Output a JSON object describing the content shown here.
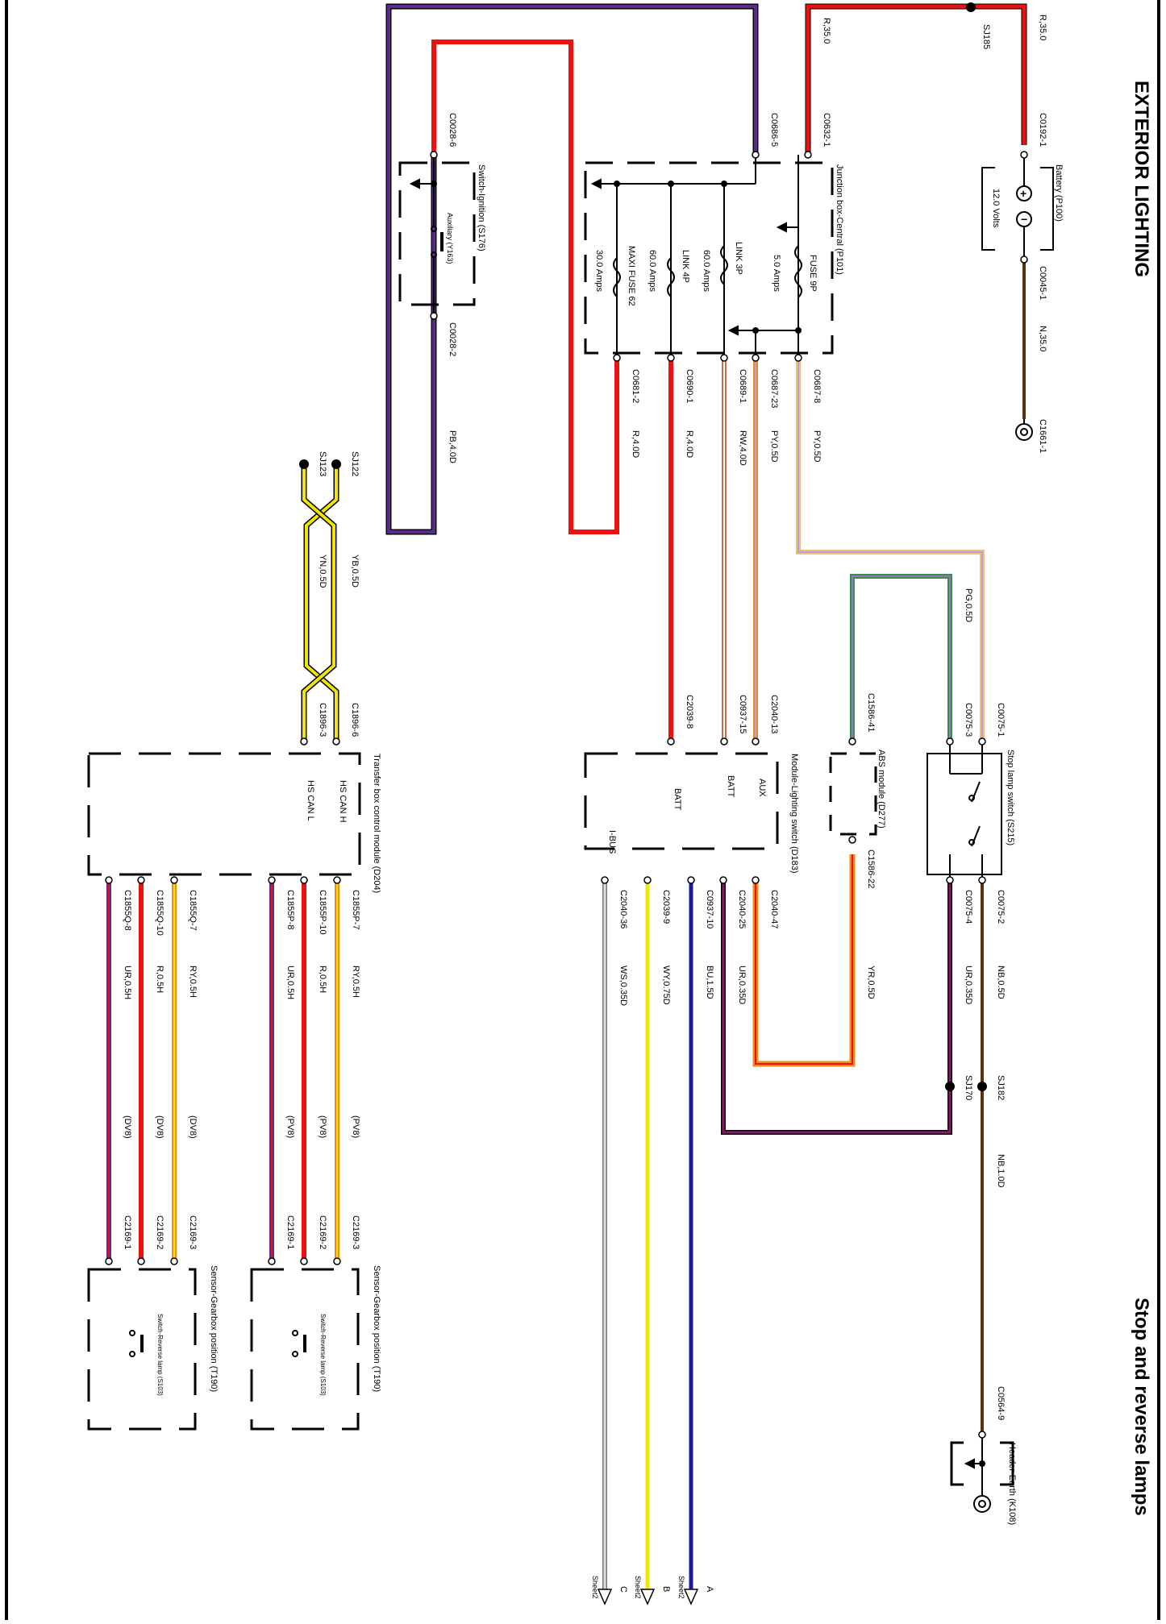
{
  "header": {
    "title": "EXTERIOR LIGHTING",
    "subtitle": "Stop and reverse lamps"
  },
  "components": {
    "battery": "Battery (P100)",
    "battery_volts": "12.0 Volts",
    "junction_box": "Junction box-Central (P101)",
    "fuse_9p": "FUSE 9P",
    "fuse_9p_rating": "5.0 Amps",
    "link_3p": "LINK 3P",
    "link_3p_rating": "60.0 Amps",
    "link_4p": "LINK 4P",
    "link_4p_rating": "60.0 Amps",
    "maxi_fuse_62": "MAXI FUSE 62",
    "maxi_fuse_62_rating": "30.0 Amps",
    "ignition_switch": "Switch-Ignition (S176)",
    "ignition_aux": "Auxiliary (Y163)",
    "stop_lamp_switch": "Stop lamp switch (S215)",
    "abs_module": "ABS module (D277)",
    "lighting_switch_module": "Module-Lighting switch (D183)",
    "transfer_box_module": "Transfer box control module (D204)",
    "gearbox_sensor": "Sensor-Gearbox position (T190)",
    "reverse_switch": "Switch-Reverse lamp (S103)",
    "header_earth": "Header-Earth (K108)",
    "ground_c1661": "C1661-1"
  },
  "pins": {
    "batt1": "BATT",
    "batt2": "BATT",
    "aux": "AUX",
    "ibus": "I-BUS",
    "hs_can_h": "HS CAN H",
    "hs_can_l": "HS CAN L"
  },
  "splices": {
    "sj185": "SJ185",
    "sj122": "SJ122",
    "sj123": "SJ123",
    "sj182": "SJ182",
    "sj170": "SJ170"
  },
  "connectors": {
    "c0192": "C0192-1",
    "c0045": "C0045-1",
    "c0632": "C0632-1",
    "c0686": "C0686-5",
    "c0028_6": "C0028-6",
    "c0028_2": "C0028-2",
    "c0687_8": "C0687-8",
    "c0687_23": "C0687-23",
    "c0689": "C0689-1",
    "c0690": "C0690-1",
    "c0681": "C0681-2",
    "c0075_1": "C0075-1",
    "c0075_3": "C0075-3",
    "c0075_2": "C0075-2",
    "c0075_4": "C0075-4",
    "c1586_41": "C1586-41",
    "c1586_22": "C1586-22",
    "c2040_13": "C2040-13",
    "c0937_15": "C0937-15",
    "c2039_8": "C2039-8",
    "c2040_47": "C2040-47",
    "c2040_25": "C2040-25",
    "c0937_10": "C0937-10",
    "c2039_9": "C2039-9",
    "c2040_36": "C2040-36",
    "c1896_6": "C1896-6",
    "c1896_3": "C1896-3",
    "c1855p_7": "C1855P-7",
    "c1855p_10": "C1855P-10",
    "c1855p_8": "C1855P-8",
    "c1855q_7": "C1855Q-7",
    "c1855q_10": "C1855Q-10",
    "c1855q_8": "C1855Q-8",
    "c2169_3a": "C2169-3",
    "c2169_2a": "C2169-2",
    "c2169_1a": "C2169-1",
    "c2169_3b": "C2169-3",
    "c2169_2b": "C2169-2",
    "c2169_1b": "C2169-1",
    "c0564": "C0564-9"
  },
  "wires": {
    "r350a": "R,35.0",
    "r350b": "R,35.0",
    "n350": "N,35.0",
    "pb40": "PB,4.0D",
    "py05": "PY,0.5D",
    "py05b": "PY,0.5D",
    "rw40": "RW,4.0D",
    "r40a": "R,4.0D",
    "r40b": "R,4.0D",
    "pg05": "PG,0.5D",
    "yb05": "YB,0.5D",
    "yn05": "YN,0.5D",
    "nb05": "NB,0.5D",
    "ur035a": "UR,0.35D",
    "yr05": "YR,0.5D",
    "ur035b": "UR,0.35D",
    "bu15": "BU,1.5D",
    "wy075": "WY,0.75D",
    "ws035": "WS,0.35D",
    "nb10": "NB,1.0D",
    "ry05h_a": "RY,0.5H",
    "r05h_a": "R,0.5H",
    "ur05h_a": "UR,0.5H",
    "ry05h_b": "RY,0.5H",
    "r05h_b": "R,0.5H",
    "ur05h_b": "UR,0.5H",
    "pv8_1": "(PV8)",
    "pv8_2": "(PV8)",
    "pv8_3": "(PV8)",
    "dv8_1": "(DV8)",
    "dv8_2": "(DV8)",
    "dv8_3": "(DV8)"
  },
  "sheet_refs": {
    "a_letter": "A",
    "a_sheet": "Sheet2",
    "b_letter": "B",
    "b_sheet": "Sheet2",
    "c_letter": "C",
    "c_sheet": "Sheet2"
  },
  "colors": {
    "red": "#ee1111",
    "purple": "#5b2a8a",
    "brown": "#5a3210",
    "orange": "#f28a1a",
    "yellow": "#f2e600",
    "blue": "#1a1aa0",
    "green": "#3d8a50",
    "grey": "#a8a8a8"
  }
}
